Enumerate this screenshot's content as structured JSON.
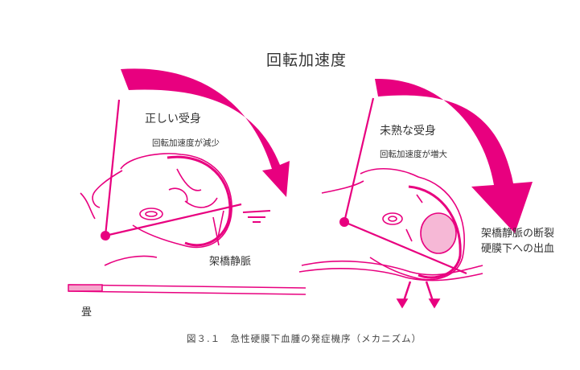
{
  "figure": {
    "title": "回転加速度",
    "caption": "図３.１　急性硬膜下血腫の発症機序（メカニズム）",
    "accent_color": "#E8007F"
  },
  "left_panel": {
    "heading": "正しい受身",
    "subheading": "回転加速度が減少",
    "vein_label": "架橋静脈",
    "floor_label": "畳"
  },
  "right_panel": {
    "heading": "未熟な受身",
    "subheading": "回転加速度が増大",
    "result_line1": "架橋静脈の断裂",
    "result_line2": "硬膜下への出血"
  }
}
